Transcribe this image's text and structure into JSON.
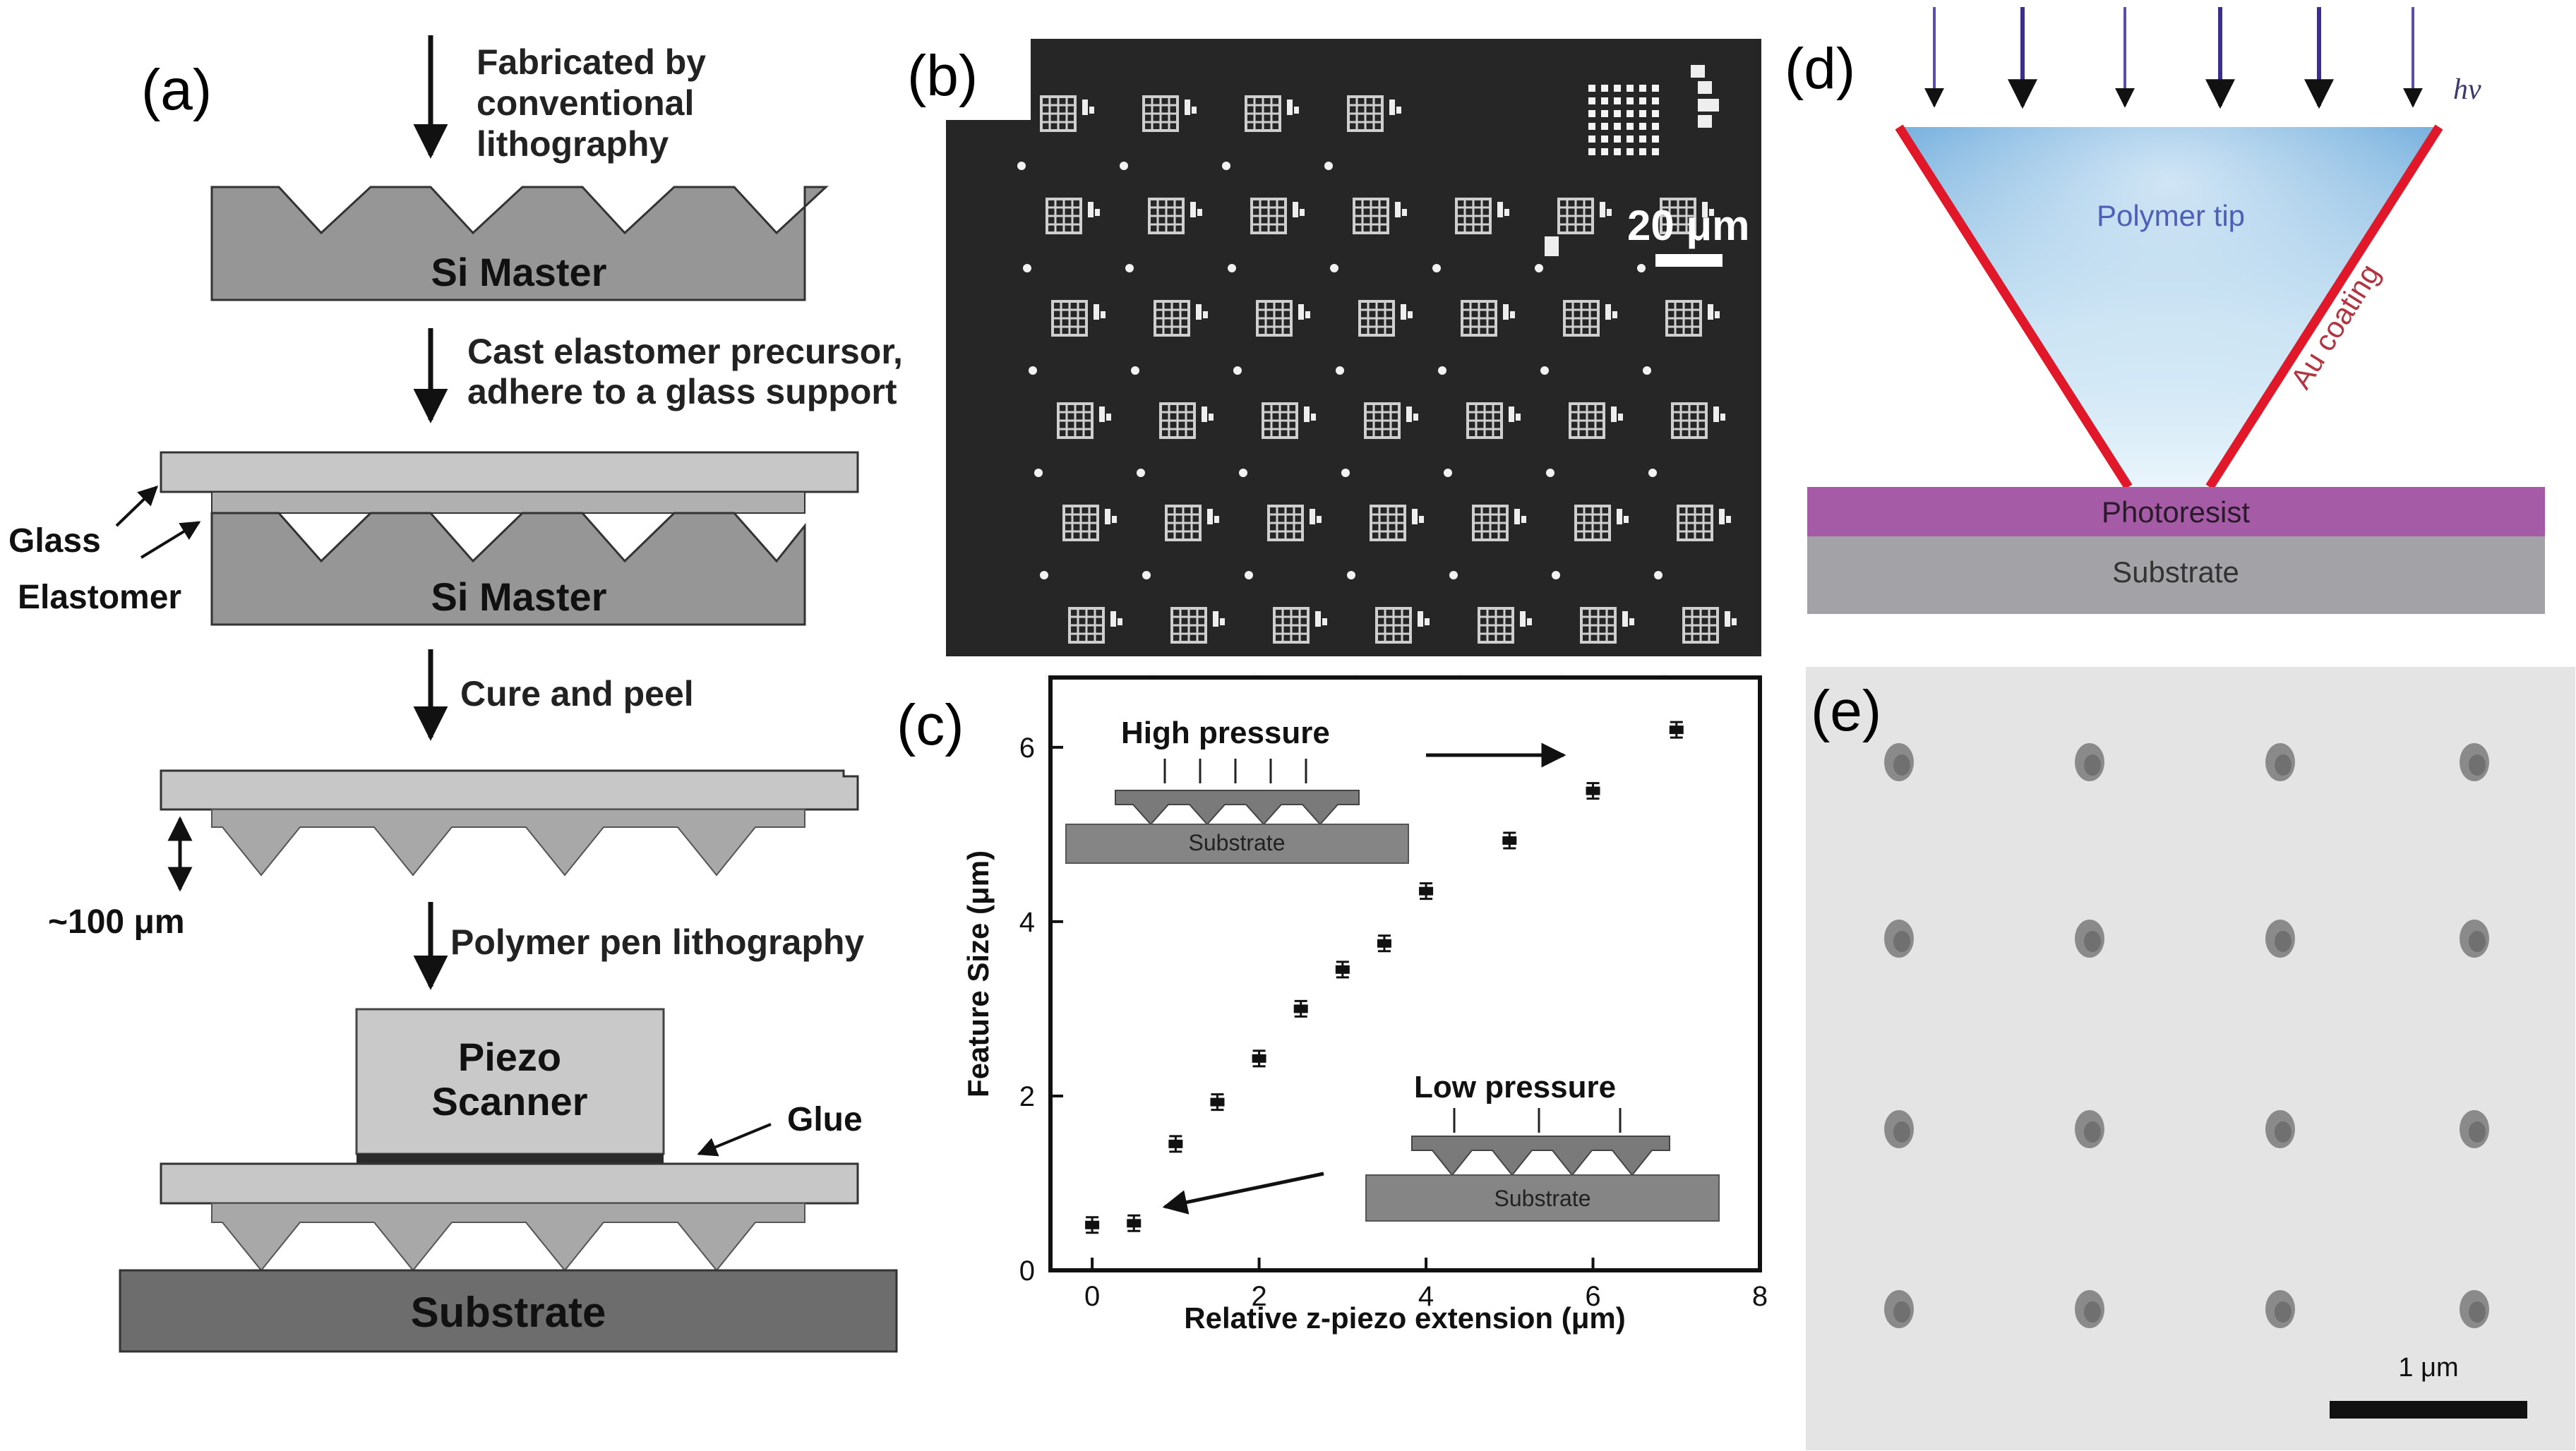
{
  "panel_a": {
    "label": "(a)",
    "steps": [
      "Fabricated by",
      "conventional",
      "lithography",
      "Cast elastomer precursor,",
      "adhere to a glass support",
      "Cure and peel",
      "Polymer pen lithography"
    ],
    "si_master": "Si Master",
    "glass": "Glass",
    "elastomer": "Elastomer",
    "height": "~100 μm",
    "piezo_line1": "Piezo",
    "piezo_line2": "Scanner",
    "glue": "Glue",
    "substrate": "Substrate"
  },
  "panel_b": {
    "label": "(b)",
    "scale_bar": "20 μm"
  },
  "panel_c": {
    "label": "(c)",
    "high_pressure": "High pressure",
    "low_pressure": "Low pressure",
    "substrate": "Substrate"
  },
  "panel_d": {
    "label": "(d)",
    "hv": "hν",
    "polymer_tip": "Polymer tip",
    "au_coating": "Au coating",
    "photoresist": "Photoresist",
    "substrate": "Substrate"
  },
  "panel_e": {
    "label": "(e)",
    "scale_bar": "1 μm"
  },
  "chart_data": {
    "type": "scatter",
    "title": "",
    "xlabel": "Relative z-piezo extension (μm)",
    "ylabel": "Feature Size (μm)",
    "xlim": [
      -0.5,
      8
    ],
    "ylim": [
      0,
      6.8
    ],
    "xticks": [
      0,
      2,
      4,
      6,
      8
    ],
    "yticks": [
      0,
      2,
      4,
      6
    ],
    "grid": false,
    "x": [
      0,
      0.5,
      1,
      1.5,
      2,
      2.5,
      3,
      3.5,
      4,
      5,
      6,
      7
    ],
    "y": [
      0.52,
      0.54,
      1.45,
      1.93,
      2.43,
      3.0,
      3.45,
      3.75,
      4.35,
      4.93,
      5.5,
      6.2
    ]
  }
}
